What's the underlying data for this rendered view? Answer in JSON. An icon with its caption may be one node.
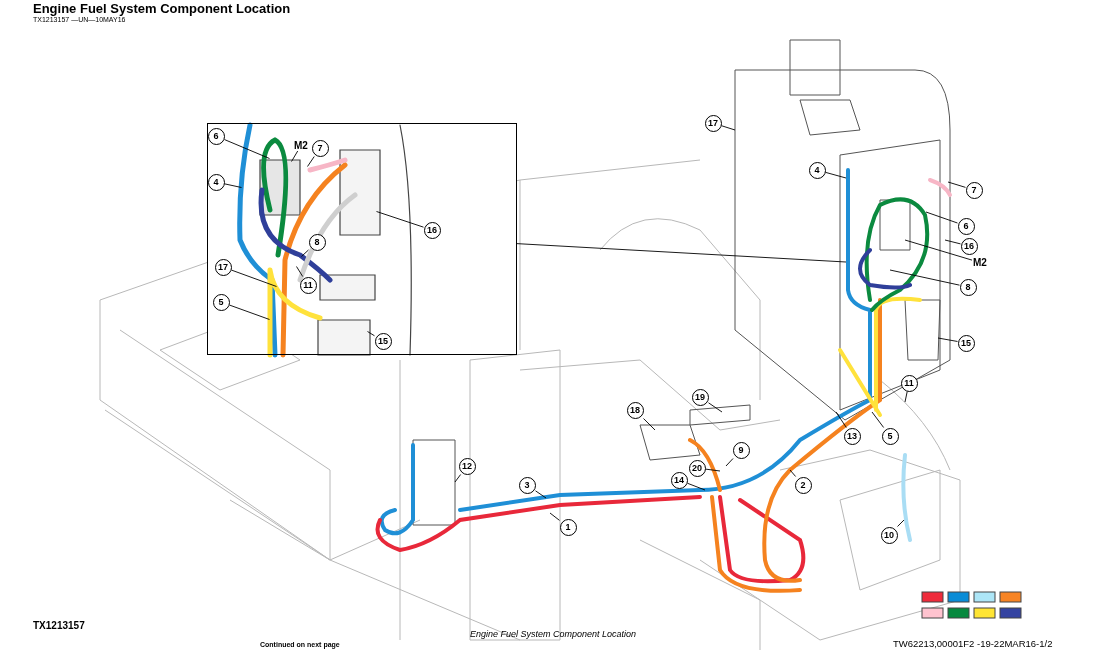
{
  "diagram": {
    "title": "Engine Fuel System Component Location",
    "caption": "Engine Fuel System Component Location",
    "nodes": [
      {
        "text": [],
        "shape": "box"
      },
      {
        "text": [
          "6"
        ],
        "in": 0
      },
      {
        "text": [
          "M2"
        ],
        "in": 0
      },
      {
        "text": [
          "7"
        ],
        "in": 0
      },
      {
        "text": [
          "4"
        ],
        "in": 0
      },
      {
        "text": [
          "16"
        ],
        "in": 0
      },
      {
        "text": [
          "8"
        ],
        "in": 0
      },
      {
        "text": [
          "17"
        ],
        "in": 0
      },
      {
        "text": [
          "11"
        ],
        "in": 0
      },
      {
        "text": [
          "5"
        ],
        "in": 0
      },
      {
        "text": [
          "15"
        ],
        "in": 0
      },
      {
        "text": [
          "17"
        ]
      },
      {
        "text": [
          "4"
        ]
      },
      {
        "text": [
          "7"
        ]
      },
      {
        "text": [
          "6"
        ]
      },
      {
        "text": [
          "16"
        ]
      },
      {
        "text": [
          "M2"
        ]
      },
      {
        "text": [
          "8"
        ]
      },
      {
        "text": [
          "15"
        ]
      },
      {
        "text": [
          "11"
        ]
      },
      {
        "text": [
          "19"
        ]
      },
      {
        "text": [
          "18"
        ]
      },
      {
        "text": [
          "5"
        ]
      },
      {
        "text": [
          "13"
        ]
      },
      {
        "text": [
          "9"
        ]
      },
      {
        "text": [
          "12"
        ]
      },
      {
        "text": [
          "20"
        ]
      },
      {
        "text": [
          "14"
        ]
      },
      {
        "text": [
          "3"
        ]
      },
      {
        "text": [
          "2"
        ]
      },
      {
        "text": [
          "1"
        ]
      },
      {
        "text": [
          "10"
        ]
      }
    ],
    "edges": [
      {
        "from": 0,
        "to": null,
        "arrow": "none"
      },
      {
        "from": 1,
        "to": null,
        "arrow": "none"
      },
      {
        "from": 2,
        "to": null,
        "arrow": "none"
      },
      {
        "from": 3,
        "to": null,
        "arrow": "none"
      },
      {
        "from": 4,
        "to": null,
        "arrow": "none"
      },
      {
        "from": 5,
        "to": null,
        "arrow": "none"
      },
      {
        "from": 6,
        "to": null,
        "arrow": "none"
      },
      {
        "from": 7,
        "to": null,
        "arrow": "none"
      },
      {
        "from": 8,
        "to": null,
        "arrow": "none"
      },
      {
        "from": 9,
        "to": null,
        "arrow": "none"
      },
      {
        "from": 10,
        "to": null,
        "arrow": "none"
      },
      {
        "from": 11,
        "to": null,
        "arrow": "none"
      },
      {
        "from": 12,
        "to": null,
        "arrow": "none"
      },
      {
        "from": 13,
        "to": null,
        "arrow": "none"
      },
      {
        "from": 14,
        "to": null,
        "arrow": "none"
      },
      {
        "from": 15,
        "to": null,
        "arrow": "none"
      },
      {
        "from": 16,
        "to": null,
        "arrow": "none"
      },
      {
        "from": 17,
        "to": null,
        "arrow": "none"
      },
      {
        "from": 18,
        "to": null,
        "arrow": "none"
      },
      {
        "from": 19,
        "to": null,
        "arrow": "none"
      },
      {
        "from": 20,
        "to": null,
        "arrow": "none"
      },
      {
        "from": 21,
        "to": null,
        "arrow": "none"
      },
      {
        "from": 22,
        "to": null,
        "arrow": "none"
      },
      {
        "from": 23,
        "to": null,
        "arrow": "none"
      },
      {
        "from": 24,
        "to": null,
        "arrow": "none"
      },
      {
        "from": 25,
        "to": null,
        "arrow": "none"
      },
      {
        "from": 26,
        "to": null,
        "arrow": "none"
      },
      {
        "from": 27,
        "to": null,
        "arrow": "none"
      },
      {
        "from": 28,
        "to": null,
        "arrow": "none"
      },
      {
        "from": 29,
        "to": null,
        "arrow": "none"
      },
      {
        "from": 30,
        "to": null,
        "arrow": "none"
      },
      {
        "from": 31,
        "to": null,
        "arrow": "none"
      }
    ],
    "labels": [
      "TX1213157 —UN—10MAY16",
      "TX1213157",
      "Continued on next page",
      "TW62213,00001F2 -19-22MAR16-1/2"
    ]
  }
}
